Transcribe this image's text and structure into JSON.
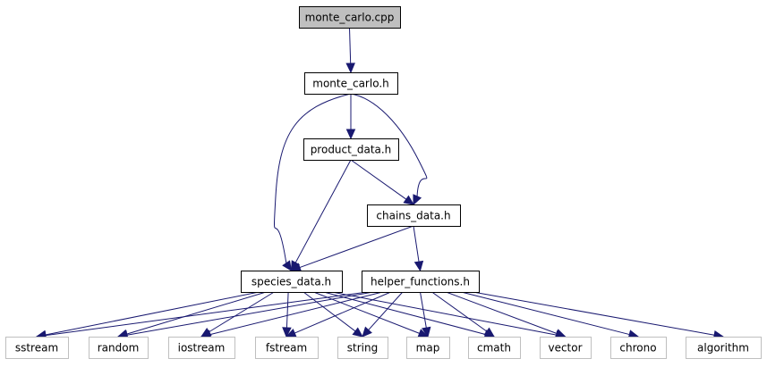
{
  "colors": {
    "edge": "#191970",
    "root_fill": "#bfbfbf",
    "local_border": "#000000",
    "system_border": "#bfbfbf",
    "background": "#ffffff"
  },
  "nodes": [
    {
      "id": "monte_carlo_cpp",
      "label": "monte_carlo.cpp",
      "kind": "root"
    },
    {
      "id": "monte_carlo_h",
      "label": "monte_carlo.h",
      "kind": "local"
    },
    {
      "id": "product_data_h",
      "label": "product_data.h",
      "kind": "local"
    },
    {
      "id": "chains_data_h",
      "label": "chains_data.h",
      "kind": "local"
    },
    {
      "id": "species_data_h",
      "label": "species_data.h",
      "kind": "local"
    },
    {
      "id": "helper_functions_h",
      "label": "helper_functions.h",
      "kind": "local"
    },
    {
      "id": "sstream",
      "label": "sstream",
      "kind": "system"
    },
    {
      "id": "random",
      "label": "random",
      "kind": "system"
    },
    {
      "id": "iostream",
      "label": "iostream",
      "kind": "system"
    },
    {
      "id": "fstream",
      "label": "fstream",
      "kind": "system"
    },
    {
      "id": "string",
      "label": "string",
      "kind": "system"
    },
    {
      "id": "map",
      "label": "map",
      "kind": "system"
    },
    {
      "id": "cmath",
      "label": "cmath",
      "kind": "system"
    },
    {
      "id": "vector",
      "label": "vector",
      "kind": "system"
    },
    {
      "id": "chrono",
      "label": "chrono",
      "kind": "system"
    },
    {
      "id": "algorithm",
      "label": "algorithm",
      "kind": "system"
    }
  ],
  "edges": [
    {
      "from": "monte_carlo_cpp",
      "to": "monte_carlo_h"
    },
    {
      "from": "monte_carlo_h",
      "to": "product_data_h"
    },
    {
      "from": "monte_carlo_h",
      "to": "chains_data_h"
    },
    {
      "from": "monte_carlo_h",
      "to": "species_data_h"
    },
    {
      "from": "product_data_h",
      "to": "chains_data_h"
    },
    {
      "from": "product_data_h",
      "to": "species_data_h"
    },
    {
      "from": "chains_data_h",
      "to": "species_data_h"
    },
    {
      "from": "chains_data_h",
      "to": "helper_functions_h"
    },
    {
      "from": "species_data_h",
      "to": "sstream"
    },
    {
      "from": "species_data_h",
      "to": "random"
    },
    {
      "from": "species_data_h",
      "to": "iostream"
    },
    {
      "from": "species_data_h",
      "to": "fstream"
    },
    {
      "from": "species_data_h",
      "to": "string"
    },
    {
      "from": "species_data_h",
      "to": "map"
    },
    {
      "from": "species_data_h",
      "to": "cmath"
    },
    {
      "from": "species_data_h",
      "to": "vector"
    },
    {
      "from": "helper_functions_h",
      "to": "sstream"
    },
    {
      "from": "helper_functions_h",
      "to": "random"
    },
    {
      "from": "helper_functions_h",
      "to": "iostream"
    },
    {
      "from": "helper_functions_h",
      "to": "fstream"
    },
    {
      "from": "helper_functions_h",
      "to": "string"
    },
    {
      "from": "helper_functions_h",
      "to": "map"
    },
    {
      "from": "helper_functions_h",
      "to": "cmath"
    },
    {
      "from": "helper_functions_h",
      "to": "vector"
    },
    {
      "from": "helper_functions_h",
      "to": "chrono"
    },
    {
      "from": "helper_functions_h",
      "to": "algorithm"
    }
  ]
}
